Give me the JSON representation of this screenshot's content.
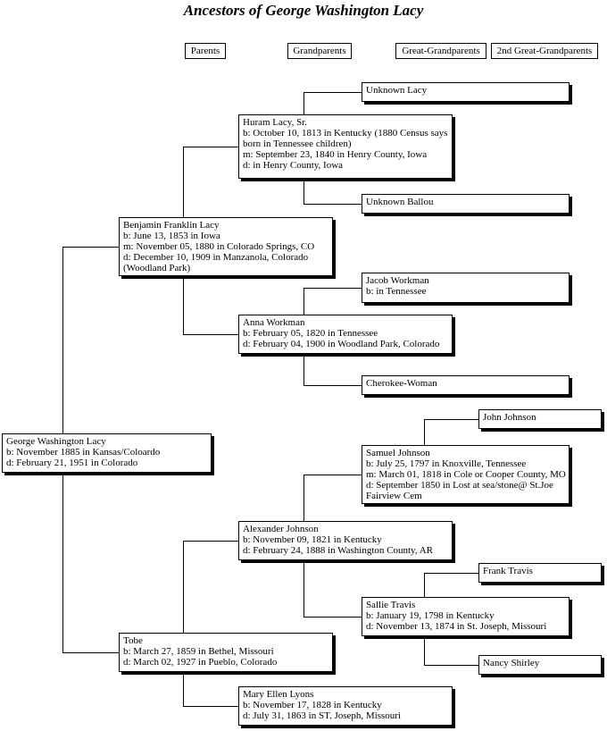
{
  "title": "Ancestors of George Washington Lacy",
  "column_headers": [
    "Parents",
    "Grandparents",
    "Great-Grandparents",
    "2nd Great-Grandparents"
  ],
  "colors": {
    "background": "#ffffff",
    "box_border": "#000000",
    "box_shadow": "#000000",
    "connector_line": "#000000",
    "text": "#000000"
  },
  "persons": {
    "george_washington_lacy": {
      "name": "George Washington Lacy",
      "details": [
        "b: November 1885 in Kansas/Coloardo",
        "d: February 21, 1951 in Colorado"
      ]
    },
    "benjamin_franklin_lacy": {
      "name": "Benjamin Franklin Lacy",
      "details": [
        "b: June 13, 1853 in Iowa",
        "m: November 05, 1880 in Colorado Springs, CO",
        "d: December 10, 1909 in Manzanola, Colorado",
        "(Woodland Park)"
      ]
    },
    "tobe": {
      "name": "Tobe",
      "details": [
        "b: March 27, 1859 in Bethel, Missouri",
        "d: March 02, 1927 in Pueblo, Colorado"
      ]
    },
    "huram_lacy_sr": {
      "name": "Huram Lacy, Sr.",
      "details": [
        "b: October 10, 1813 in Kentucky (1880 Census says",
        "born in Tennessee children)",
        "m: September 23, 1840 in Henry County, Iowa",
        "d: in Henry County, Iowa"
      ]
    },
    "anna_workman": {
      "name": "Anna Workman",
      "details": [
        "b: February 05, 1820 in Tennessee",
        "d: February 04, 1900 in Woodland Park, Colorado"
      ]
    },
    "alexander_johnson": {
      "name": "Alexander Johnson",
      "details": [
        "b: November 09, 1821 in Kentucky",
        "d: February 24, 1888 in Washington County, AR"
      ]
    },
    "mary_ellen_lyons": {
      "name": "Mary Ellen Lyons",
      "details": [
        "b: November 17, 1828 in Kentucky",
        "d: July 31, 1863 in ST. Joseph, Missouri"
      ]
    },
    "unknown_lacy": {
      "name": "Unknown Lacy",
      "details": []
    },
    "unknown_ballou": {
      "name": "Unknown Ballou",
      "details": []
    },
    "jacob_workman": {
      "name": "Jacob Workman",
      "details": [
        "b: in Tennessee"
      ]
    },
    "cherokee_woman": {
      "name": "Cherokee-Woman",
      "details": []
    },
    "samuel_johnson": {
      "name": "Samuel Johnson",
      "details": [
        "b: July 25, 1797 in Knoxville, Tennessee",
        "m: March 01, 1818 in Cole or Cooper County, MO",
        "d: September 1850 in Lost at sea/stone@ St.Joe",
        "Fairview Cem"
      ]
    },
    "sallie_travis": {
      "name": "Sallie Travis",
      "details": [
        "b: January 19, 1798 in Kentucky",
        "d: November 13, 1874 in St. Joseph, Missouri"
      ]
    },
    "john_johnson": {
      "name": "John Johnson",
      "details": []
    },
    "frank_travis": {
      "name": "Frank Travis",
      "details": []
    },
    "nancy_shirley": {
      "name": "Nancy Shirley",
      "details": []
    }
  },
  "relationships": [
    {
      "child": "george_washington_lacy",
      "father": "benjamin_franklin_lacy",
      "mother": "tobe"
    },
    {
      "child": "benjamin_franklin_lacy",
      "father": "huram_lacy_sr",
      "mother": "anna_workman"
    },
    {
      "child": "huram_lacy_sr",
      "father": "unknown_lacy",
      "mother": "unknown_ballou"
    },
    {
      "child": "anna_workman",
      "father": "jacob_workman",
      "mother": "cherokee_woman"
    },
    {
      "child": "tobe",
      "father": "alexander_johnson",
      "mother": "mary_ellen_lyons"
    },
    {
      "child": "alexander_johnson",
      "father": "samuel_johnson",
      "mother": "sallie_travis"
    },
    {
      "child": "samuel_johnson",
      "father": "john_johnson"
    },
    {
      "child": "sallie_travis",
      "father": "frank_travis",
      "mother": "nancy_shirley"
    }
  ]
}
